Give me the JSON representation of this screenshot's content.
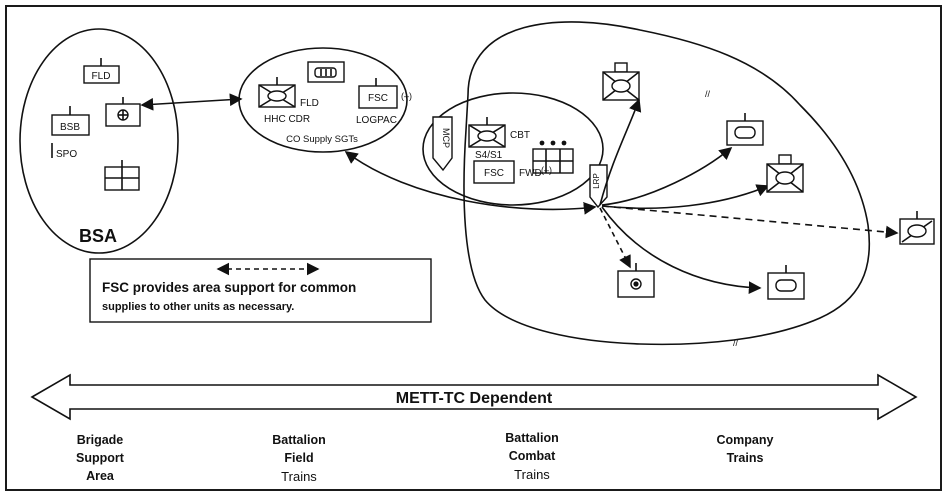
{
  "bsa": {
    "label": "BSA",
    "units": {
      "fld": "FLD",
      "bsb": "BSB",
      "spo": "SPO"
    }
  },
  "field_trains": {
    "fld": "FLD",
    "hhc_cdr": "HHC CDR",
    "fsc": "FSC",
    "fsc_minus": "(–)",
    "logpac": "LOGPAC",
    "caption": "CO Supply SGTs"
  },
  "combat_trains": {
    "mcp": "MCP",
    "cbt": "CBT",
    "s4s1": "S4/S1",
    "fsc": "FSC",
    "fwd": "FWD",
    "fwd_minus": "(–)",
    "lrp": "LRP"
  },
  "legend": {
    "line1": "FSC provides area support for common",
    "line2": "supplies to other units as necessary."
  },
  "range_bar": {
    "label": "METT-TC Dependent"
  },
  "columns": [
    {
      "lines": [
        "Brigade",
        "Support",
        "Area"
      ]
    },
    {
      "lines": [
        "Battalion",
        "Field",
        "Trains"
      ]
    },
    {
      "lines": [
        "Battalion",
        "Combat",
        "Trains"
      ]
    },
    {
      "lines": [
        "Company",
        "Trains"
      ]
    }
  ],
  "colors": {
    "ink": "#111111",
    "background": "#ffffff"
  }
}
